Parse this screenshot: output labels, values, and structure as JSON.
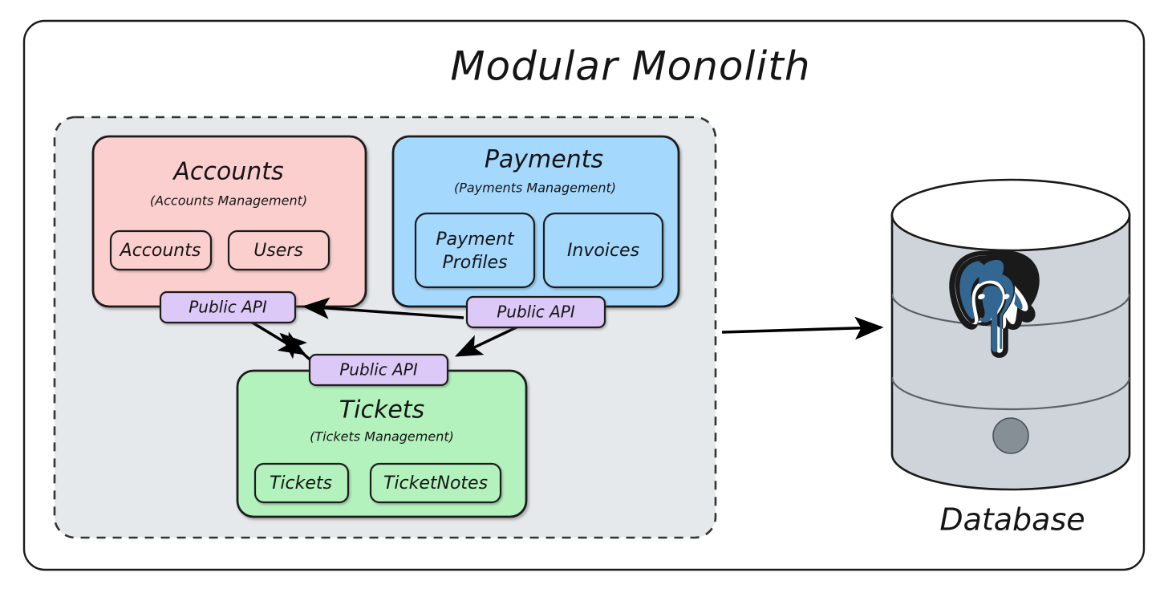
{
  "diagram": {
    "title": "Modular Monolith",
    "type": "architecture-diagram",
    "colors": {
      "background": "#ffffff",
      "outer_border": "#1a1a1a",
      "container_fill": "#e6e9ec",
      "container_border": "#333333",
      "accounts_fill": "#fccfcf",
      "payments_fill": "#a5d8fd",
      "tickets_fill": "#b3f2bd",
      "api_fill": "#ddc9f7",
      "module_border": "#1a1a1a",
      "arrow": "#000000",
      "db_body": "#ced4da",
      "db_top": "#ffffff",
      "db_dot": "#868e96",
      "postgres_blue": "#336791",
      "text": "#151515"
    }
  },
  "container": {
    "name": "modules-container",
    "style": "dashed"
  },
  "modules": [
    {
      "id": "accounts",
      "title": "Accounts",
      "subtitle": "(Accounts Management)",
      "fill": "#fccfcf",
      "entities": [
        "Accounts",
        "Users"
      ],
      "api_label": "Public API"
    },
    {
      "id": "payments",
      "title": "Payments",
      "subtitle": "(Payments Management)",
      "fill": "#a5d8fd",
      "entities": [
        "Payment Profiles",
        "Invoices"
      ],
      "api_label": "Public API"
    },
    {
      "id": "tickets",
      "title": "Tickets",
      "subtitle": "(Tickets Management)",
      "fill": "#b3f2bd",
      "entities": [
        "Tickets",
        "TicketNotes"
      ],
      "api_label": "Public API"
    }
  ],
  "entity_labels": {
    "accounts_0": "Accounts",
    "accounts_1": "Users",
    "payments_0_line1": "Payment",
    "payments_0_line2": "Profiles",
    "payments_1": "Invoices",
    "tickets_0": "Tickets",
    "tickets_1": "TicketNotes"
  },
  "api_badges": {
    "accounts": "Public API",
    "payments": "Public API",
    "tickets": "Public API"
  },
  "arrows": [
    {
      "id": "payments-to-accounts",
      "from": "payments-api",
      "to": "accounts-api",
      "direction": "one-way"
    },
    {
      "id": "payments-to-tickets",
      "from": "payments-api",
      "to": "tickets-api",
      "direction": "one-way"
    },
    {
      "id": "accounts-to-tickets",
      "from": "accounts-api",
      "to": "tickets-api",
      "direction": "one-way"
    },
    {
      "id": "tickets-to-accounts",
      "from": "tickets-api",
      "to": "accounts-api",
      "direction": "one-way"
    },
    {
      "id": "monolith-to-database",
      "from": "modules-container",
      "to": "database",
      "direction": "one-way"
    }
  ],
  "database": {
    "label": "Database",
    "engine_icon": "postgresql-elephant-icon",
    "shape": "cylinder",
    "bands": 3
  }
}
